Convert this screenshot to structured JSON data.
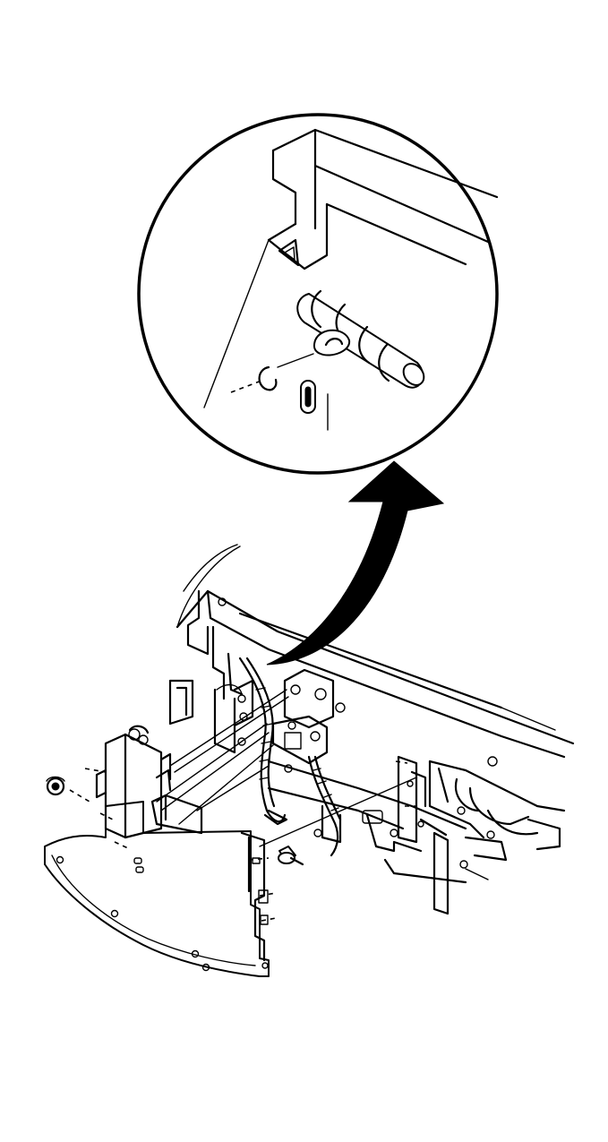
{
  "figure": {
    "colors": {
      "line": "#000000",
      "background": "#ffffff"
    },
    "parts": [
      {
        "name": "detail-magnifier-circle"
      },
      {
        "name": "callout-arrow"
      },
      {
        "name": "radiator-support-assembly"
      },
      {
        "name": "front-fascia-panel"
      },
      {
        "name": "push-pin-fastener"
      },
      {
        "name": "bolt-fastener"
      },
      {
        "name": "wiring-harness"
      }
    ]
  }
}
